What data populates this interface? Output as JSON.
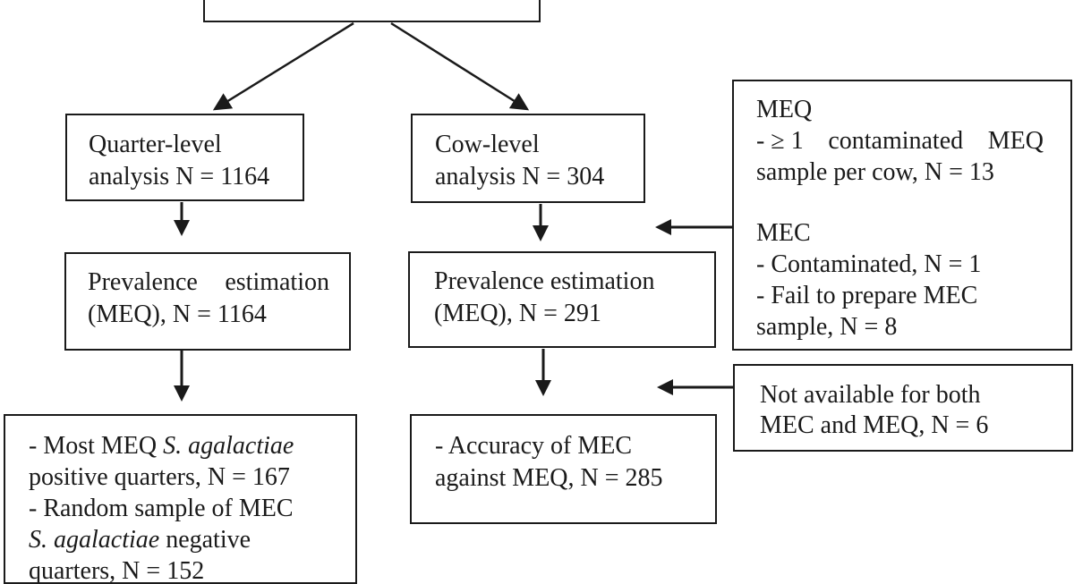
{
  "top_box": {
    "text": ""
  },
  "quarter_branch": {
    "analysis": {
      "line1": "Quarter-level",
      "line2": "analysis N = 1164"
    },
    "prevalence": {
      "line1a": "Prevalence",
      "line1b": "estimation",
      "line2": "(MEQ), N = 1164"
    },
    "sample": {
      "l1_pre": "- Most MEQ ",
      "l1_em": "S. agalactiae",
      "l2": "positive quarters, N = 167",
      "l3": "- Random sample of MEC",
      "l4_em": "S. agalactiae",
      "l4_post": " negative",
      "l5": "quarters, N = 152"
    }
  },
  "cow_branch": {
    "analysis": {
      "line1": "Cow-level",
      "line2": "analysis N = 304"
    },
    "prevalence": {
      "line1": "Prevalence estimation",
      "line2": "(MEQ), N = 291"
    },
    "accuracy": {
      "line1": "- Accuracy of MEC",
      "line2": "against MEQ, N = 285"
    }
  },
  "exclusions": {
    "box1": {
      "meq_head": "MEQ",
      "meq_l1a": "- ≥ 1",
      "meq_l1b": "contaminated",
      "meq_l1c": "MEQ",
      "meq_l2": "sample per cow, N = 13",
      "mec_head": "MEC",
      "mec_l1": "- Contaminated, N = 1",
      "mec_l2": "- Fail to prepare MEC",
      "mec_l3": "sample, N = 8"
    },
    "box2": {
      "line1": "Not available for both",
      "line2": "MEC and MEQ, N = 6"
    }
  }
}
